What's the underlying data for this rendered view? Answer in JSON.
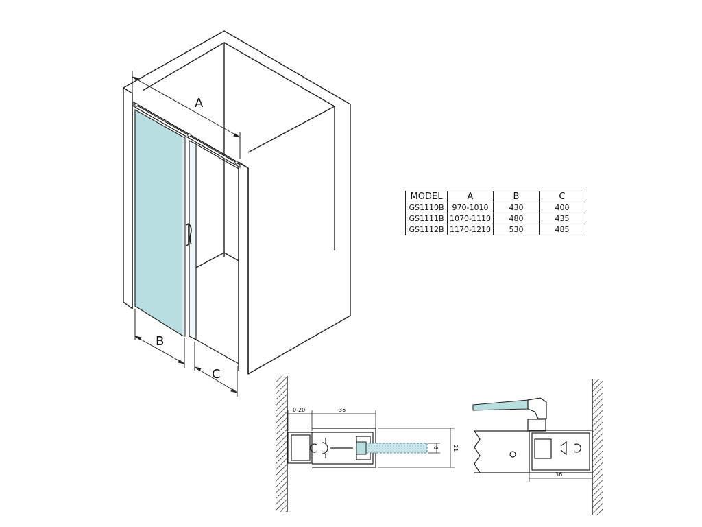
{
  "isometric_view": {
    "dimension_labels": {
      "a": "A",
      "b": "B",
      "c": "C"
    },
    "colors": {
      "glass": "#b9dee0",
      "line": "#222222"
    }
  },
  "spec_table": {
    "headers": [
      "MODEL",
      "A",
      "B",
      "C"
    ],
    "rows": [
      [
        "GS1110B",
        "970-1010",
        "430",
        "400"
      ],
      [
        "GS1111B",
        "1070-1110",
        "480",
        "435"
      ],
      [
        "GS1112B",
        "1170-1210",
        "530",
        "485"
      ]
    ]
  },
  "profile_detail_left": {
    "dimensions": {
      "adjustment": "0-20",
      "width": "36",
      "height": "21",
      "glass": "6"
    }
  },
  "profile_detail_right": {
    "dimensions": {
      "width": "36"
    }
  }
}
